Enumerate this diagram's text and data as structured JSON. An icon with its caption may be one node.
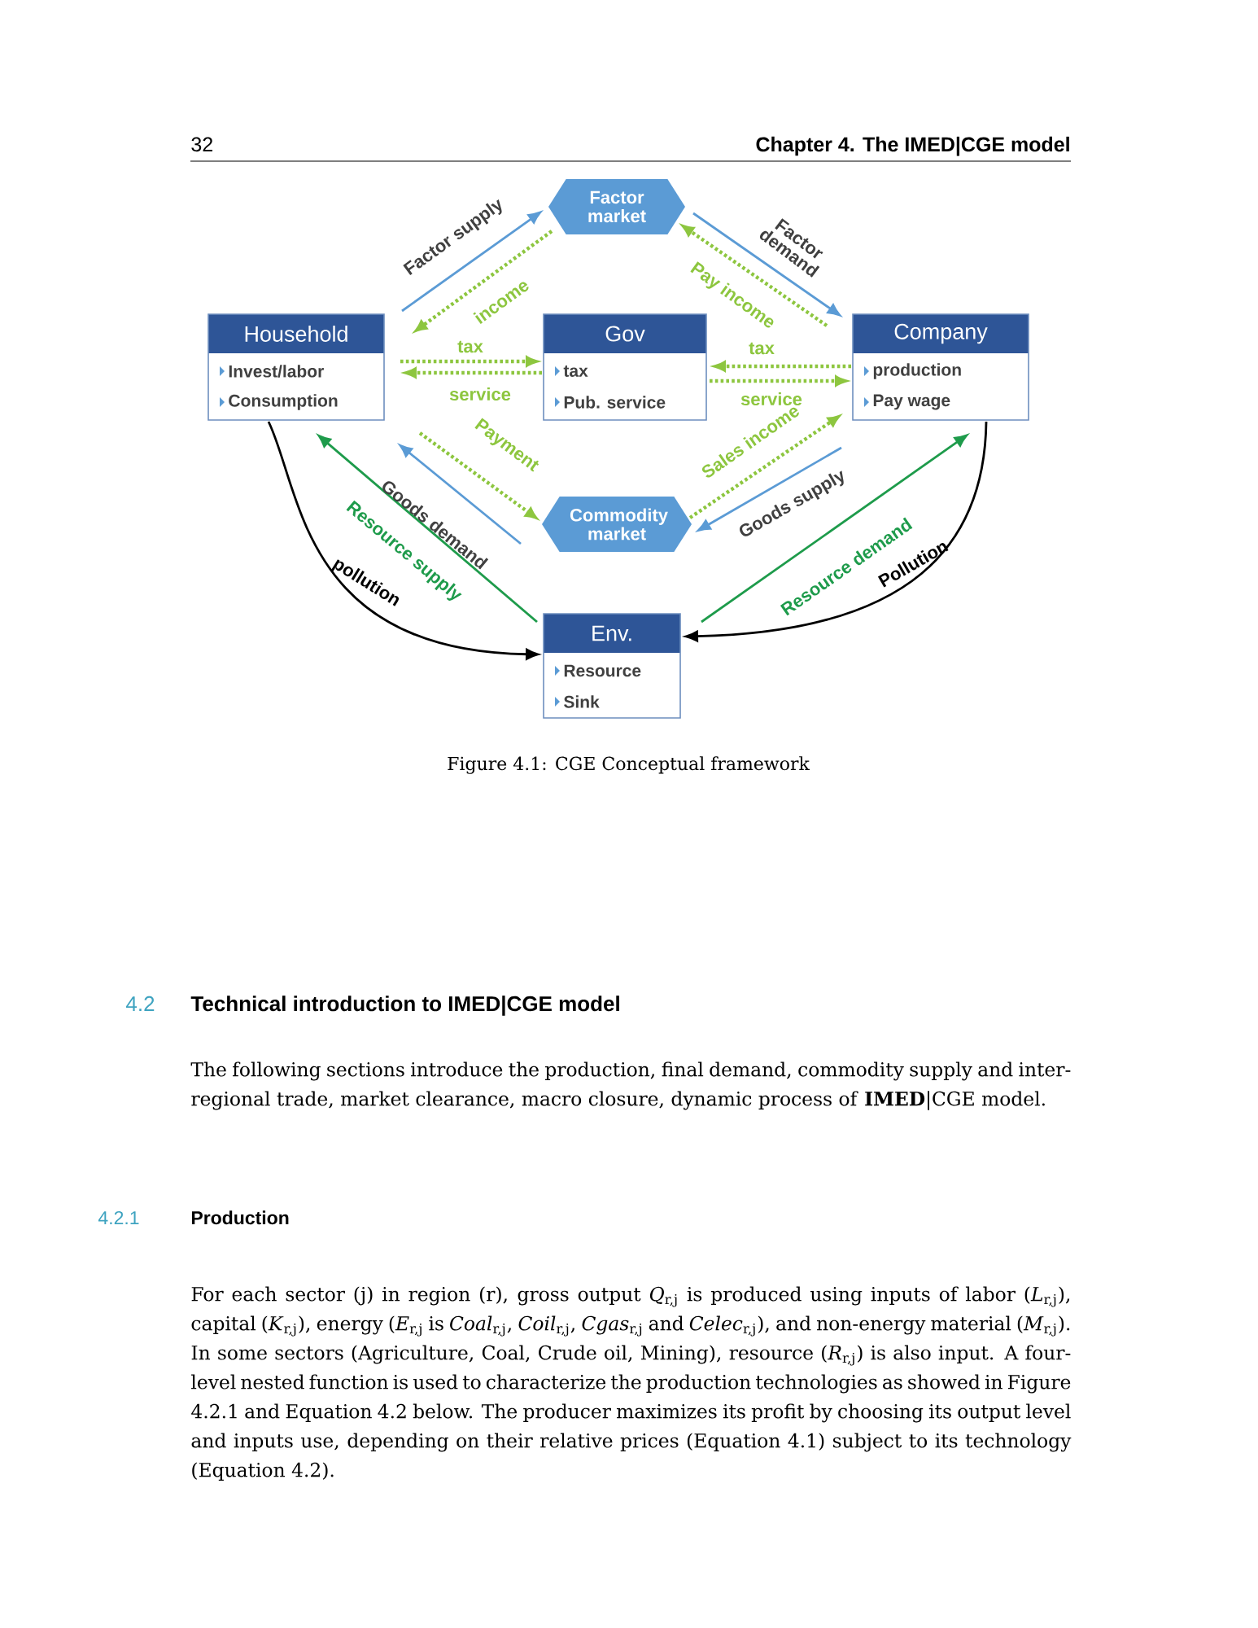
{
  "diagram": {
    "caption": "Figure 4.1: CGE Conceptual framework",
    "nodes": [
      {
        "text": [
          "Factor market"
        ]
      },
      {
        "text": [
          "Household",
          "Invest/labor",
          "Consumption"
        ]
      },
      {
        "text": [
          "Gov",
          "tax",
          "Pub. service"
        ]
      },
      {
        "text": [
          "Company",
          "production",
          "Pay wage"
        ]
      },
      {
        "text": [
          "Commodity market"
        ]
      },
      {
        "text": [
          "Env.",
          "Resource",
          "Sink"
        ]
      }
    ],
    "edges": [
      {
        "from": 1,
        "to": 0,
        "arrow": "to",
        "label": "Factor supply",
        "color": "#5b9bd5"
      },
      {
        "from": 0,
        "to": 1,
        "arrow": "to",
        "label": "income",
        "style": "dashed",
        "color": "#8dc63f"
      },
      {
        "from": 0,
        "to": 3,
        "arrow": "to",
        "label": "Factor demand",
        "color": "#5b9bd5"
      },
      {
        "from": 3,
        "to": 0,
        "arrow": "to",
        "label": "Pay income",
        "style": "dashed",
        "color": "#8dc63f"
      },
      {
        "from": 1,
        "to": 2,
        "arrow": "to",
        "label": "tax",
        "style": "dashed",
        "color": "#8dc63f"
      },
      {
        "from": 2,
        "to": 1,
        "arrow": "to",
        "label": "service",
        "style": "dashed",
        "color": "#8dc63f"
      },
      {
        "from": 3,
        "to": 2,
        "arrow": "to",
        "label": "tax",
        "style": "dashed",
        "color": "#8dc63f"
      },
      {
        "from": 2,
        "to": 3,
        "arrow": "to",
        "label": "service",
        "style": "dashed",
        "color": "#8dc63f"
      },
      {
        "from": 1,
        "to": 4,
        "arrow": "to",
        "label": "Payment",
        "style": "dashed",
        "color": "#8dc63f"
      },
      {
        "from": 4,
        "to": 1,
        "arrow": "to",
        "label": "Goods demand",
        "color": "#5b9bd5"
      },
      {
        "from": 4,
        "to": 3,
        "arrow": "to",
        "label": "Sales income",
        "style": "dashed",
        "color": "#8dc63f"
      },
      {
        "from": 3,
        "to": 4,
        "arrow": "to",
        "label": "Goods supply",
        "color": "#5b9bd5"
      },
      {
        "from": 5,
        "to": 1,
        "arrow": "to",
        "label": "Resource supply",
        "color": "#1e9b4b"
      },
      {
        "from": 5,
        "to": 3,
        "arrow": "to",
        "label": "Resource demand",
        "color": "#1e9b4b"
      },
      {
        "from": 1,
        "to": 5,
        "arrow": "to",
        "label": "pollution",
        "color": "#000000"
      },
      {
        "from": 3,
        "to": 5,
        "arrow": "to",
        "label": "Pollution",
        "color": "#000000"
      }
    ],
    "labels": [
      "32",
      "Chapter 4. The IMED|CGE model",
      "4.2",
      "Technical introduction to IMED|CGE model",
      "The following sections introduce the production, final demand, commodity supply and inter-regional trade, market clearance, macro closure, dynamic process of **IMED**|CGE model.",
      "4.2.1",
      "Production",
      "For each sector (j) in region (r), gross output *Q*$_{r,j}$ is produced using inputs of labor (*L*$_{r,j}$), capital (*K*$_{r,j}$), energy (*E*$_{r,j}$ is *Coal*$_{r,j}$, *Coil*$_{r,j}$, *Cgas*$_{r,j}$ and *Celec*$_{r,j}$), and non-energy material (*M*$_{r,j}$). In some sectors (Agriculture, Coal, Crude oil, Mining), resource (*R*$_{r,j}$) is also input. A four-level nested function is used to characterize the production technologies as showed in Figure 4.2.1 and Equation 4.2 below. The producer maximizes its profit by choosing its output level and inputs use, depending on their relative prices (Equation 4.1) subject to its technology (Equation 4.2)."
    ]
  }
}
